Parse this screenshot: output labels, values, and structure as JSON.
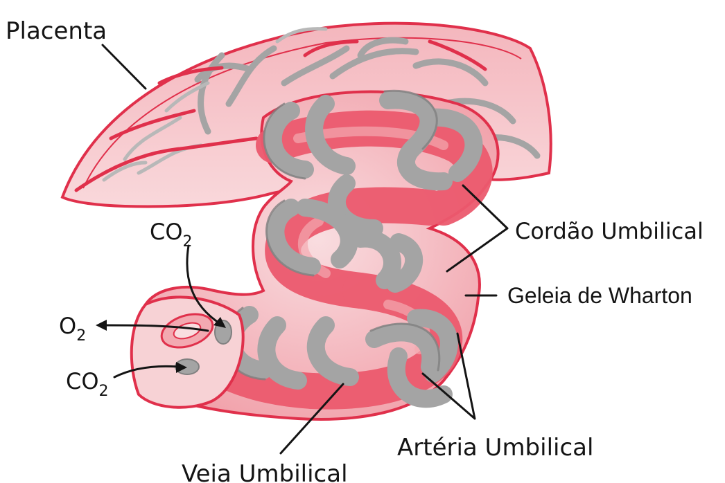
{
  "labels": {
    "placenta": "Placenta",
    "cordao_umbilical": "Cordão Umbilical",
    "geleia_de_wharton": "Geleia de Wharton",
    "arteria_umbilical": "Artéria Umbilical",
    "veia_umbilical": "Veia Umbilical"
  },
  "gases": {
    "co2_top": {
      "base": "CO",
      "sub": "2"
    },
    "o2": {
      "base": "O",
      "sub": "2"
    },
    "co2_bottom": {
      "base": "CO",
      "sub": "2"
    }
  },
  "colors": {
    "tissue_light": "#f7d2d5",
    "tissue_mid": "#f3a9b1",
    "vein_red": "#ec5a6e",
    "outline_red": "#e0304b",
    "artery_gray": "#a4a4a4",
    "artery_dark": "#808080",
    "text": "#141414"
  }
}
